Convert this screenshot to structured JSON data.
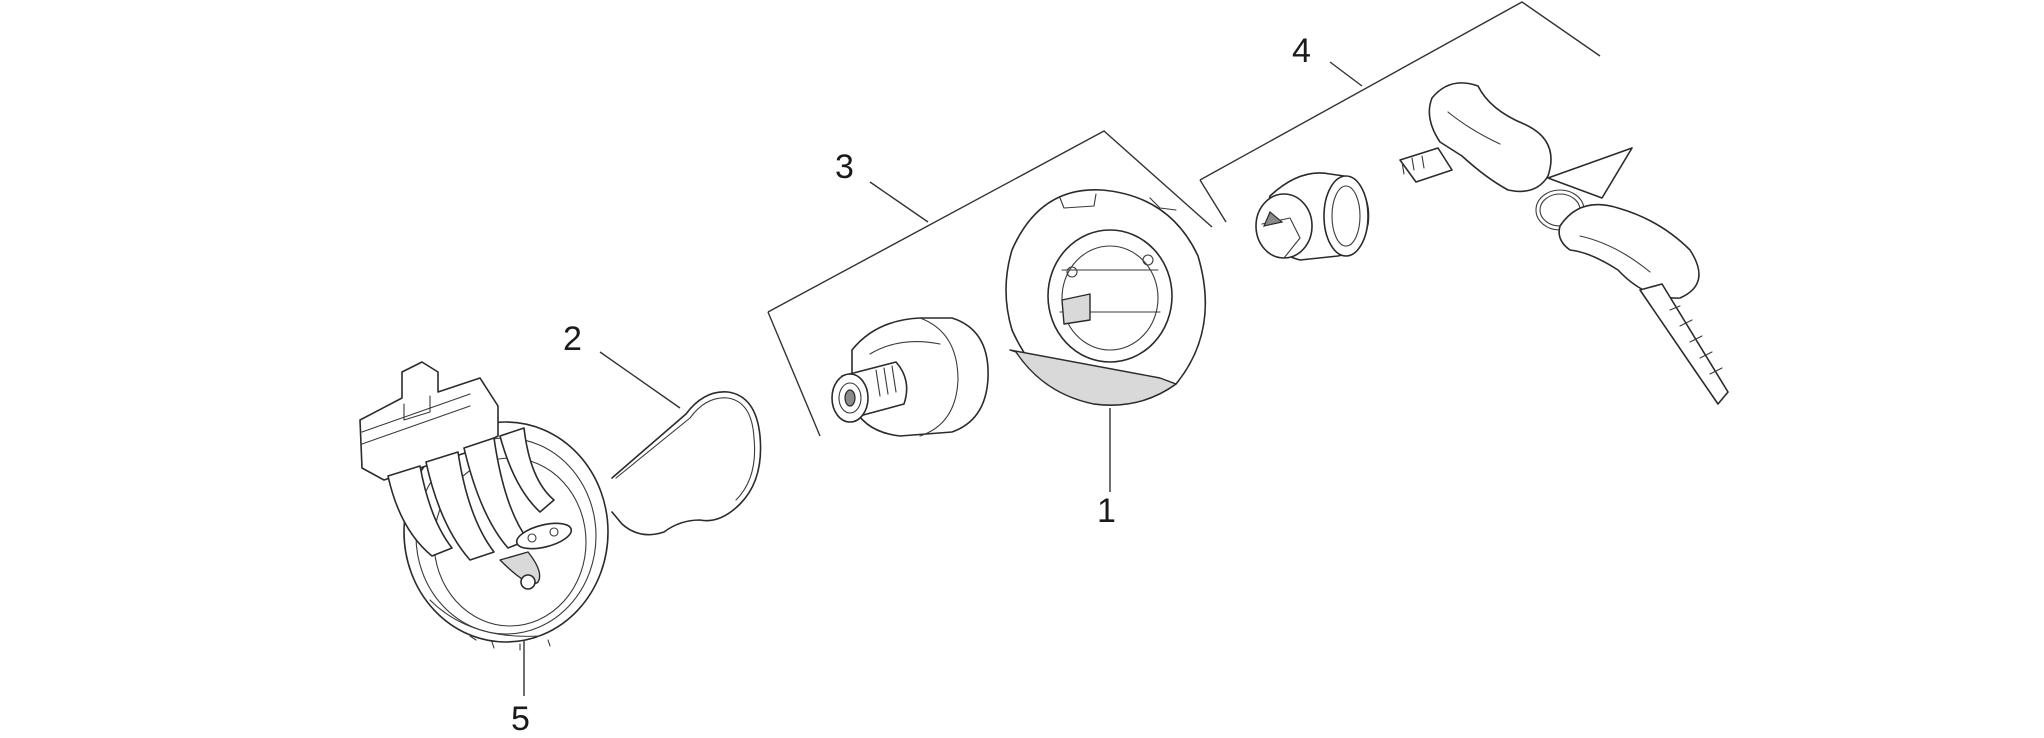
{
  "callouts": [
    {
      "id": "1",
      "label": "1"
    },
    {
      "id": "2",
      "label": "2"
    },
    {
      "id": "3",
      "label": "3"
    },
    {
      "id": "4",
      "label": "4"
    },
    {
      "id": "5",
      "label": "5"
    }
  ],
  "colors": {
    "line": "#2b2b2b",
    "shade": "#d9d9d9",
    "background": "#ffffff"
  }
}
